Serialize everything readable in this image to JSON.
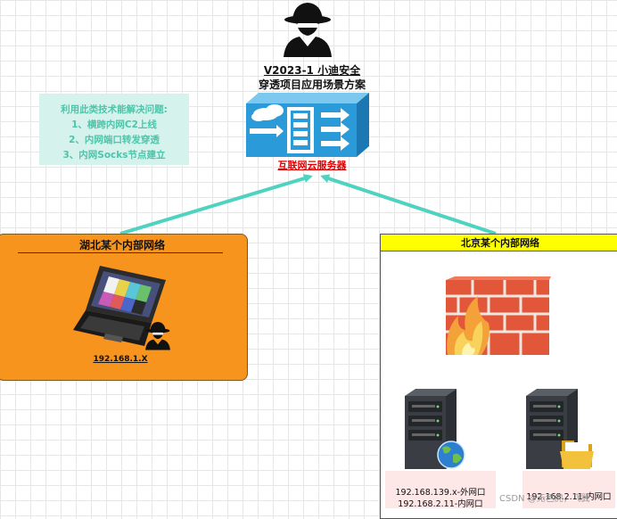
{
  "title": {
    "line1": "V2023-1 小迪安全",
    "line2": "穿透项目应用场景方案"
  },
  "note": {
    "heading": "利用此类技术能解决问题:",
    "items": [
      "1、横跨内网C2上线",
      "2、内网端口转发穿透",
      "3、内网Socks节点建立"
    ]
  },
  "server": {
    "label": "互联网云服务器"
  },
  "hubei": {
    "title": "湖北某个内部网络",
    "ip": "192.168.1.X"
  },
  "beijing": {
    "title": "北京某个内部网络",
    "host1_ips": [
      "192.168.139.x-外网口",
      "192.168.2.11-内网口"
    ],
    "host2_ip": "192.168.2.11-内网口"
  },
  "watermark": "CSDN @无色虎，飞翼",
  "colors": {
    "arrow_teal": "#4fd3c0",
    "hubei_fill": "#f7941d",
    "beijing_header": "#ffff00",
    "server_blue": "#2a9bd8",
    "label_red": "#e00000"
  }
}
